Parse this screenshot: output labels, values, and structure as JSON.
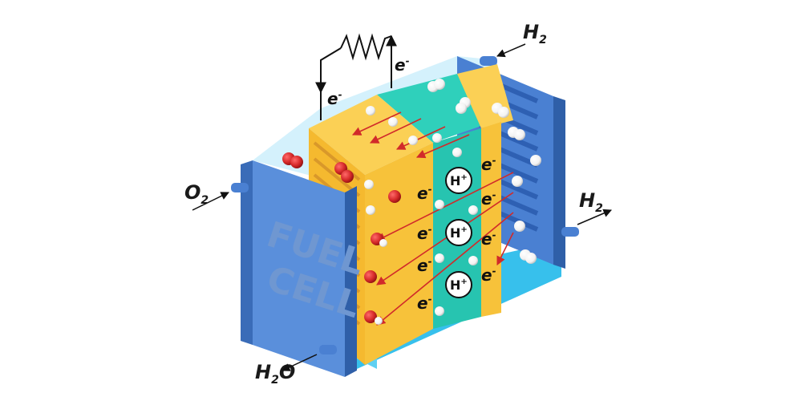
{
  "labels": {
    "hydrogen_in": "H",
    "hydrogen_in_sub": "2",
    "hydrogen_out": "H",
    "hydrogen_out_sub": "2",
    "oxygen_in": "O",
    "oxygen_in_sub": "2",
    "water_out": "H",
    "water_out_sub": "2",
    "water_out_tail": "O",
    "electron": "e",
    "electron_sup": "-",
    "proton": "H",
    "proton_sup": "+"
  },
  "panel": {
    "line1": "FUEL",
    "line2": "CELL"
  },
  "colors": {
    "end_plate": "#4f86d6",
    "end_plate_dark": "#3a6cb8",
    "anode_plate": "#3f77cf",
    "electrode": "#f7c23a",
    "electrode_dark": "#e6a92a",
    "electrolyte": "#27c4b0",
    "electrolyte_dark": "#1aa996",
    "tank_glass": "#bfe6fb",
    "tank_water": "#4dc6ef",
    "oxygen_atom": "#d62a2a",
    "hydrogen_atom": "#ffffff",
    "arrow": "#d12a2a"
  },
  "icons": {
    "resistor": "resistor-zigzag-icon",
    "inlet_pipe": "pipe-icon",
    "flow_arrow": "flow-arrow-icon"
  }
}
